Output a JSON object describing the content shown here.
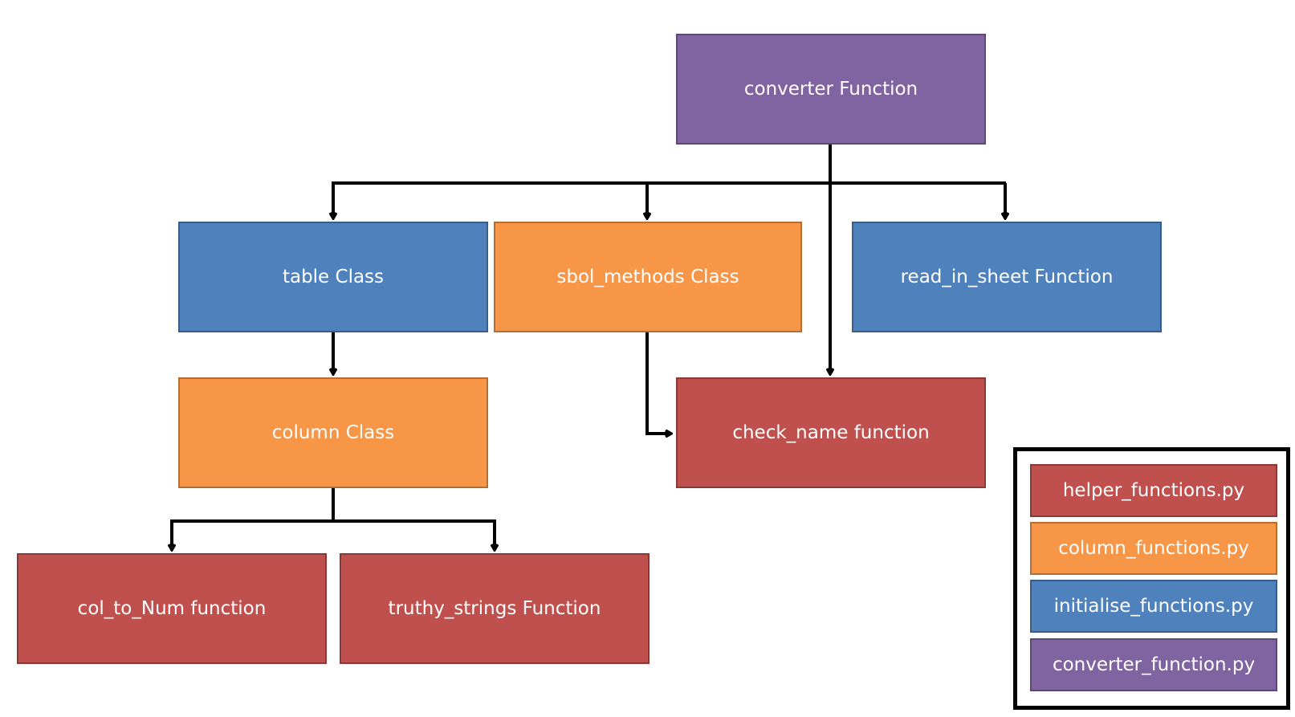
{
  "nodes": {
    "converter": "converter Function",
    "table": "table Class",
    "sbol_methods": "sbol_methods Class",
    "read_in_sheet": "read_in_sheet Function",
    "column": "column Class",
    "check_name": "check_name function",
    "col_to_num": "col_to_Num function",
    "truthy_strings": "truthy_strings Function"
  },
  "legend": {
    "helper": "helper_functions.py",
    "column": "column_functions.py",
    "initialise": "initialise_functions.py",
    "converter": "converter_function.py"
  },
  "colors": {
    "helper": "#c0504d",
    "column": "#f79646",
    "initialise": "#4f81bd",
    "converter": "#8064a2"
  }
}
